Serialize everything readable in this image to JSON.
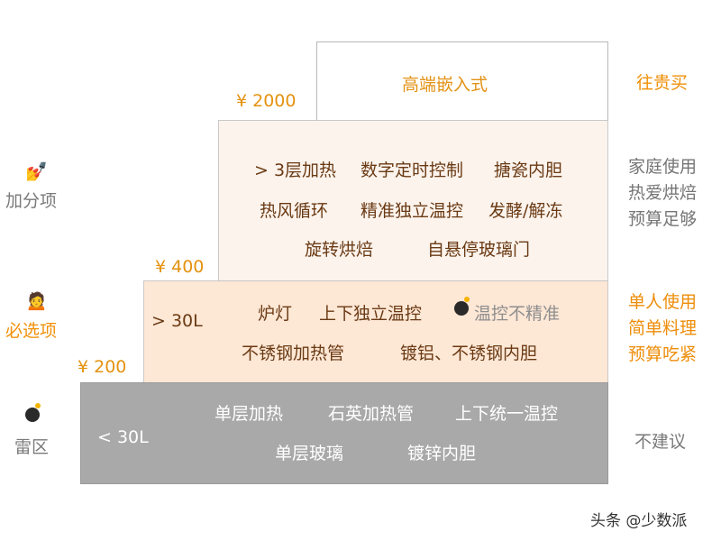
{
  "prices": {
    "p2000": "¥ 2000",
    "p400": "¥ 400",
    "p200": "¥ 200"
  },
  "tiers": {
    "premium": {
      "features": [
        "高端嵌入式"
      ],
      "recommendation": "往贵买"
    },
    "bonus": {
      "features": [
        "> 3层加热",
        "数字定时控制",
        "搪瓷内胆",
        "热风循环",
        "精准独立温控",
        "发酵/解冻",
        "旋转烘焙",
        "自悬停玻璃门"
      ],
      "recommendation": [
        "家庭使用",
        "热爱烘焙",
        "预算足够"
      ]
    },
    "required": {
      "capacity": "> 30L",
      "features": [
        "炉灯",
        "上下独立温控",
        "温控不精准",
        "不锈钢加热管",
        "镀铝、不锈钢内胆"
      ],
      "recommendation": [
        "单人使用",
        "简单料理",
        "预算吃紧"
      ]
    },
    "avoid": {
      "capacity": "< 30L",
      "features": [
        "单层加热",
        "石英加热管",
        "上下统一温控",
        "单层玻璃",
        "镀锌内胆"
      ],
      "recommendation": "不建议"
    }
  },
  "left_labels": {
    "bonus": {
      "icon": "nail-polish-icon",
      "text": "加分项"
    },
    "required": {
      "icon": "person-icon",
      "text": "必选项"
    },
    "avoid": {
      "icon": "bomb-icon",
      "text": "雷区"
    }
  },
  "watermark": "头条 @少数派",
  "colors": {
    "price": "#e4920f",
    "feature_dark": "#6a3a14",
    "avoid_tier": "#a9a9a9",
    "required_tier": "#fde7d5",
    "bonus_tier": "#fbf3ec"
  }
}
